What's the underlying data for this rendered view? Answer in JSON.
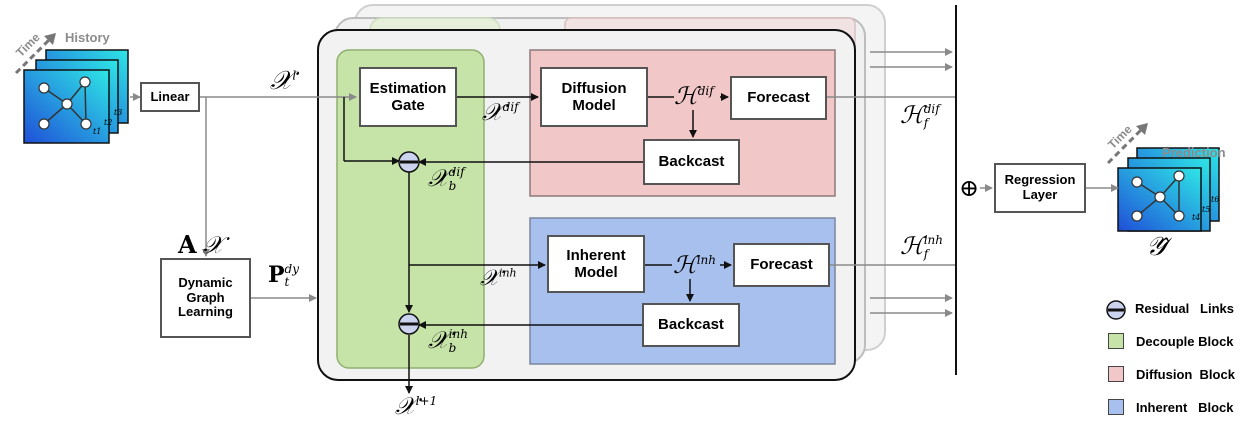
{
  "blocks": {
    "linear": "Linear",
    "estimation_gate": "Estimation\nGate",
    "diffusion_model": "Diffusion\nModel",
    "forecast_dif": "Forecast",
    "backcast_dif": "Backcast",
    "inherent_model": "Inherent\nModel",
    "forecast_inh": "Forecast",
    "backcast_inh": "Backcast",
    "dynamic_graph": "Dynamic\nGraph\nLearning",
    "regression": "Regression\nLayer"
  },
  "labels": {
    "history": "History",
    "time_left": "Time",
    "time_right": "Time",
    "prediction": "Prediction",
    "t1": "t1",
    "t2": "t2",
    "t3": "t3",
    "t4": "t4",
    "t5": "t5",
    "t6": "t6"
  },
  "math": {
    "x_l_base": "𝒳",
    "x_l_sup": "l",
    "x_dif_base": "𝒳",
    "x_dif_sup": "dif",
    "h_dif_base": "ℋ",
    "h_dif_sup": "dif",
    "h_f_dif_base": "ℋ",
    "h_f_dif_sup": "dif",
    "h_f_dif_sub": "f",
    "x_b_dif_base": "𝒳",
    "x_b_dif_sup": "dif",
    "x_b_dif_sub": "b",
    "a_x_bold": "A",
    "a_x_cal": "𝒳",
    "p_base": "P",
    "p_sup": "dy",
    "p_sub": "t",
    "x_inh_base": "𝒳",
    "x_inh_sup": "inh",
    "h_inh_base": "ℋ",
    "h_inh_sup": "inh",
    "h_f_inh_base": "ℋ",
    "h_f_inh_sup": "inh",
    "h_f_inh_sub": "f",
    "x_b_inh_base": "𝒳",
    "x_b_inh_sup": "inh",
    "x_b_inh_sub": "b",
    "x_next_base": "𝒳",
    "x_next_sup": "l+1",
    "y_hat": "𝒴̂",
    "oplus": "⊕"
  },
  "legend": [
    {
      "name": "residual",
      "label": "Residual   Links",
      "icon": "minus-circle-icon"
    },
    {
      "name": "decouple",
      "label": "Decouple Block",
      "color": "#c6e3a8"
    },
    {
      "name": "diffusion",
      "label": "Diffusion  Block",
      "color": "#f2c7c7"
    },
    {
      "name": "inherent",
      "label": "Inherent   Block",
      "color": "#a8c0ee"
    }
  ],
  "colors": {
    "decouple": "#c6e3a8",
    "diffusion": "#f2c7c7",
    "inherent": "#a8c0ee",
    "stack_bg": "#f2f2f2",
    "arrow_gray": "#8a8a8a",
    "cube_dark": "#1f4fd8",
    "cube_light": "#2ee6e6"
  }
}
